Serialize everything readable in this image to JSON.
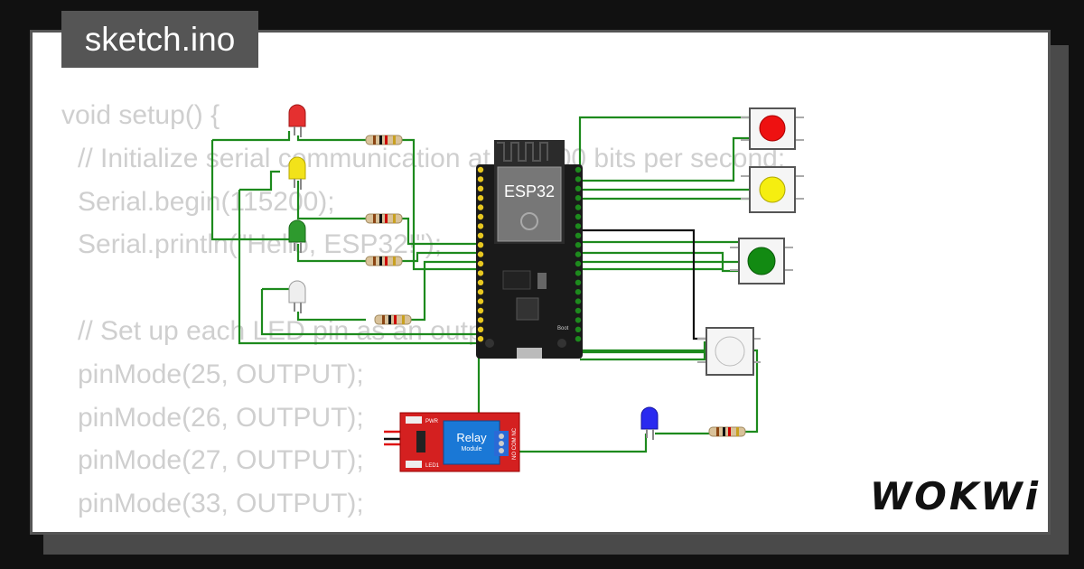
{
  "tab": {
    "filename": "sketch.ino"
  },
  "code": {
    "lines": [
      {
        "text": "void setup() {",
        "indent": false
      },
      {
        "text": "// Initialize serial communication at 115200 bits per second:",
        "indent": true
      },
      {
        "text": "Serial.begin(115200);",
        "indent": true
      },
      {
        "text": "Serial.println(\"Hello, ESP32!\");",
        "indent": true
      },
      {
        "text": "",
        "indent": false
      },
      {
        "text": "// Set up each LED pin as an output:",
        "indent": true
      },
      {
        "text": "pinMode(25, OUTPUT);",
        "indent": true
      },
      {
        "text": "pinMode(26, OUTPUT);",
        "indent": true
      },
      {
        "text": "pinMode(27, OUTPUT);",
        "indent": true
      },
      {
        "text": "pinMode(33, OUTPUT);",
        "indent": true
      }
    ]
  },
  "board": {
    "label": "ESP32",
    "boot_label": "Boot"
  },
  "relay": {
    "label": "Relay",
    "sublabel": "Module",
    "pwr": "PWR",
    "led": "LED1",
    "pins": "NO COM NC"
  },
  "leds": [
    {
      "color": "red",
      "hex": "#e53030"
    },
    {
      "color": "yellow",
      "hex": "#f2e21a"
    },
    {
      "color": "green",
      "hex": "#2e9a2e"
    },
    {
      "color": "white",
      "hex": "#eeeeee"
    },
    {
      "color": "blue",
      "hex": "#2a2af0"
    }
  ],
  "buttons": [
    {
      "color": "red",
      "hex": "#ee1111"
    },
    {
      "color": "yellow",
      "hex": "#f5ee10"
    },
    {
      "color": "green",
      "hex": "#128a12"
    },
    {
      "color": "white",
      "hex": "#f4f4f4"
    }
  ],
  "wire_color": "#1d8a1d",
  "logo": {
    "text": "WOKWi"
  }
}
